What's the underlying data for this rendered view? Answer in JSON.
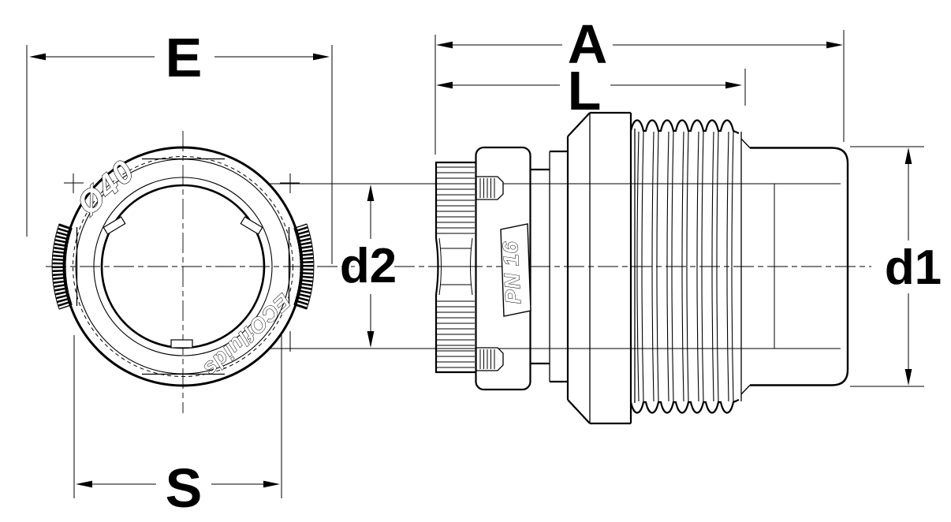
{
  "page": {
    "background_color": "#ffffff",
    "line_color": "#000000"
  },
  "front_view": {
    "markings": {
      "size": "Ø40",
      "brand": "ECOfluids"
    },
    "dimensions": {
      "outer_diameter": "E",
      "across_flats": "S"
    }
  },
  "side_view": {
    "markings": {
      "pressure_rating": "PN 16"
    },
    "dimensions": {
      "overall_length": "A",
      "insertion_length": "L",
      "inner_diameter": "d2",
      "outlet_diameter": "d1"
    }
  }
}
